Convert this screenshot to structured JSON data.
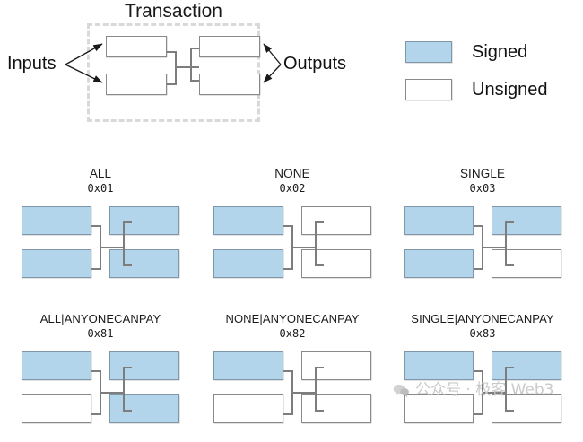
{
  "diagram": {
    "title_top": "Transaction",
    "inputs_label": "Inputs",
    "outputs_label": "Outputs"
  },
  "legend": {
    "items": [
      {
        "label": "Signed",
        "state": "signed",
        "color": "#b2d5ec"
      },
      {
        "label": "Unsigned",
        "state": "unsigned",
        "color": "#ffffff"
      }
    ]
  },
  "colors": {
    "signed_fill": "#b2d5ec",
    "unsigned_fill": "#ffffff",
    "box_border": "#808080",
    "connector": "#7d7d7d",
    "dashed_border": "#d9d9d9",
    "watermark": "#c9c9c9"
  },
  "panels": [
    {
      "name": "ALL",
      "hex": "0x01",
      "inputs": [
        "signed",
        "signed"
      ],
      "outputs": [
        "signed",
        "signed"
      ]
    },
    {
      "name": "NONE",
      "hex": "0x02",
      "inputs": [
        "signed",
        "signed"
      ],
      "outputs": [
        "unsigned",
        "unsigned"
      ]
    },
    {
      "name": "SINGLE",
      "hex": "0x03",
      "inputs": [
        "signed",
        "signed"
      ],
      "outputs": [
        "signed",
        "unsigned"
      ]
    },
    {
      "name": "ALL|ANYONECANPAY",
      "hex": "0x81",
      "inputs": [
        "signed",
        "unsigned"
      ],
      "outputs": [
        "signed",
        "signed"
      ]
    },
    {
      "name": "NONE|ANYONECANPAY",
      "hex": "0x82",
      "inputs": [
        "signed",
        "unsigned"
      ],
      "outputs": [
        "unsigned",
        "unsigned"
      ]
    },
    {
      "name": "SINGLE|ANYONECANPAY",
      "hex": "0x83",
      "inputs": [
        "signed",
        "unsigned"
      ],
      "outputs": [
        "signed",
        "unsigned"
      ]
    }
  ],
  "watermark": {
    "text": "公众号 · 极客 Web3",
    "icon": "speech-bubble-icon"
  }
}
